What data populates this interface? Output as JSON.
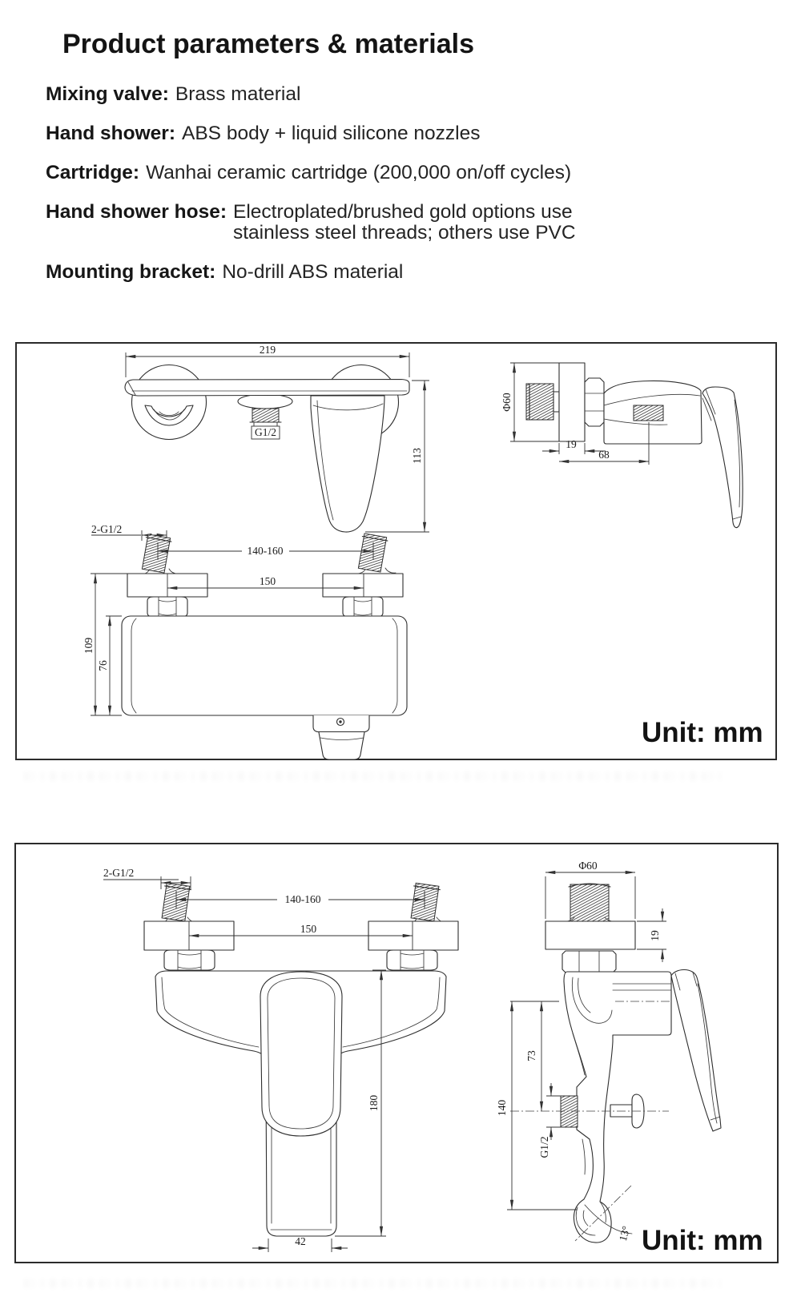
{
  "header": {
    "title": "Product parameters & materials"
  },
  "specs": [
    {
      "label": "Mixing valve:",
      "value": "Brass material"
    },
    {
      "label": "Hand shower:",
      "value": "ABS body + liquid silicone nozzles"
    },
    {
      "label": "Cartridge:",
      "value": "Wanhai ceramic cartridge (200,000 on/off cycles)"
    },
    {
      "label": "Hand shower hose:",
      "value": "Electroplated/brushed gold options use",
      "value2": "stainless steel threads; others use PVC"
    },
    {
      "label": "Mounting bracket:",
      "value": "No-drill ABS material"
    }
  ],
  "drawing1": {
    "unit_label": "Unit: mm",
    "front": {
      "width": "219",
      "outlet_thread": "G1/2",
      "height": "113"
    },
    "side": {
      "flange_dia": "Φ60",
      "flange_depth": "19",
      "outlet_offset": "68"
    },
    "top": {
      "inlet_thread": "2-G1/2",
      "inlet_span": "140-160",
      "hole_span": "150",
      "total_depth": "109",
      "body_depth": "76"
    }
  },
  "drawing2": {
    "unit_label": "Unit: mm",
    "front": {
      "inlet_thread": "2-G1/2",
      "inlet_span": "140-160",
      "hole_span": "150",
      "height": "180",
      "spout_width": "42"
    },
    "side": {
      "flange_dia": "Φ60",
      "flange_depth": "19",
      "outlet_drop": "73",
      "total_drop": "140",
      "outlet_thread": "G1/2",
      "spout_angle": "13°"
    }
  }
}
